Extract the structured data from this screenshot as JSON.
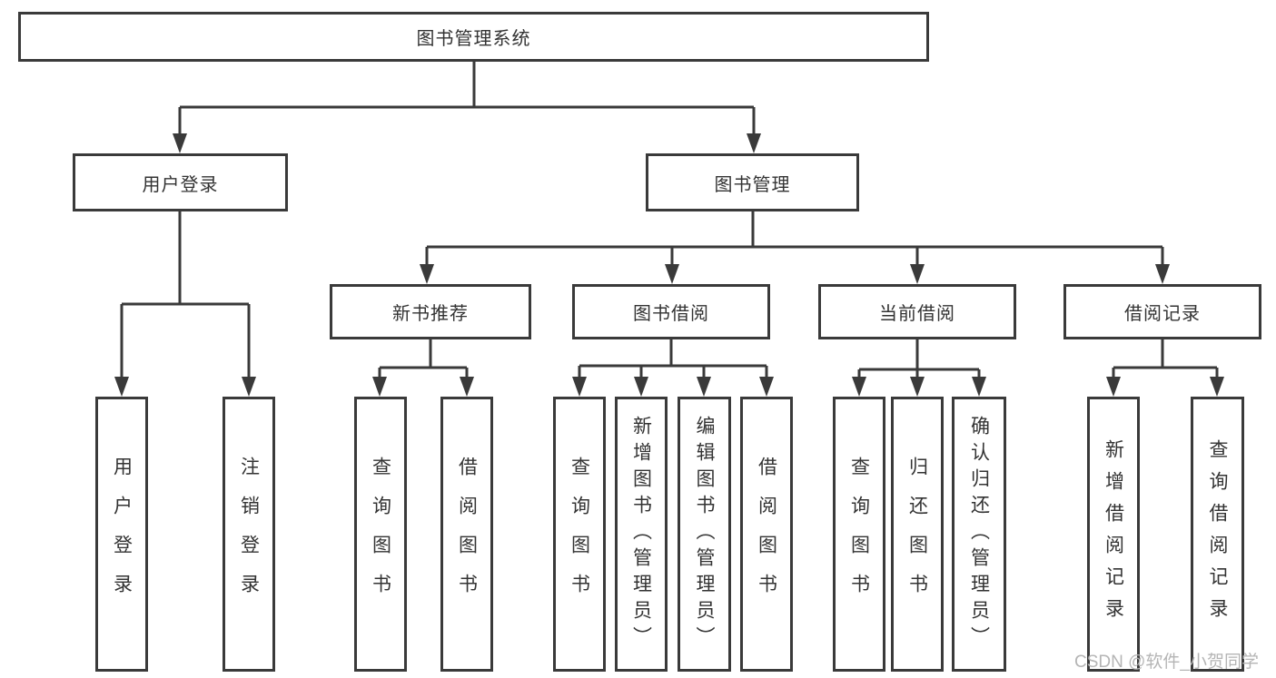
{
  "root": {
    "label": "图书管理系统"
  },
  "level2": {
    "user_login": {
      "label": "用户登录"
    },
    "book_management": {
      "label": "图书管理"
    }
  },
  "level3": {
    "new_book_recommend": {
      "label": "新书推荐"
    },
    "book_borrowing": {
      "label": "图书借阅"
    },
    "current_borrowing": {
      "label": "当前借阅"
    },
    "borrowing_records": {
      "label": "借阅记录"
    }
  },
  "level4": {
    "user_login": {
      "label": "用户登录"
    },
    "logout": {
      "label": "注销登录"
    },
    "recommend_query_books": {
      "label": "查询图书"
    },
    "recommend_borrow_books": {
      "label": "借阅图书"
    },
    "borrowing_query_books": {
      "label": "查询图书"
    },
    "borrowing_add_books": {
      "label": "新增图书（管理员）"
    },
    "borrowing_edit_books": {
      "label": "编辑图书（管理员）"
    },
    "borrowing_borrow_books": {
      "label": "借阅图书"
    },
    "current_query_books": {
      "label": "查询图书"
    },
    "current_return_books": {
      "label": "归还图书"
    },
    "current_confirm_return": {
      "label": "确认归还（管理员）"
    },
    "records_add_record": {
      "label": "新增借阅记录"
    },
    "records_query_record": {
      "label": "查询借阅记录"
    }
  },
  "watermark": {
    "text": "CSDN @软件_小贺同学"
  },
  "colors": {
    "line": "#3a3a3a",
    "text": "#333333",
    "watermark": "#b5b5b5",
    "background": "#ffffff"
  }
}
